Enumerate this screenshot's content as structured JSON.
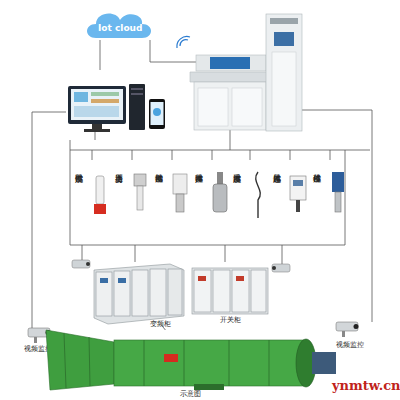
{
  "diagram": {
    "nodes": [
      {
        "text": [
          "Iot cloud"
        ]
      },
      {
        "text": [
          "甲烷传感器"
        ]
      },
      {
        "text": [
          "压力变送器"
        ]
      },
      {
        "text": [
          "振动传感器"
        ]
      },
      {
        "text": [
          "噪声传感器"
        ]
      },
      {
        "text": [
          "温度传感器"
        ]
      },
      {
        "text": [
          "风速传感器"
        ]
      },
      {
        "text": [
          "位移传感器"
        ]
      },
      {
        "text": [
          "变频柜"
        ]
      },
      {
        "text": [
          "开关柜"
        ]
      },
      {
        "text": [
          "视频监控"
        ]
      },
      {
        "text": [
          "视频监控"
        ]
      },
      {
        "text": [
          "示意图"
        ]
      }
    ],
    "edges": [
      {
        "from": 8,
        "to": 12,
        "arrow": "none"
      },
      {
        "from": 9,
        "to": 12,
        "arrow": "none"
      }
    ],
    "labels": [
      "ynmtw.cn"
    ]
  }
}
